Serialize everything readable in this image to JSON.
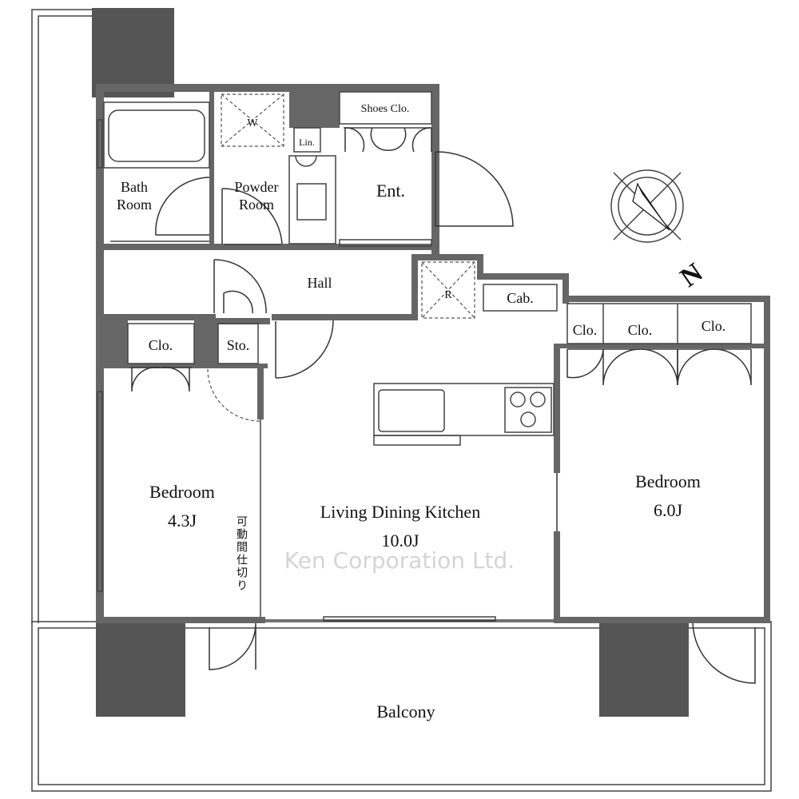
{
  "rooms": {
    "shoes_closet": "Shoes Clo.",
    "linen": "Lin.",
    "washer": "W",
    "bath_room_1": "Bath",
    "bath_room_2": "Room",
    "powder_room_1": "Powder",
    "powder_room_2": "Room",
    "entrance": "Ent.",
    "hall": "Hall",
    "refrigerator": "R",
    "cabinet": "Cab.",
    "closet_left": "Clo.",
    "storage": "Sto.",
    "closet_right_1": "Clo.",
    "closet_right_2": "Clo.",
    "closet_right_3": "Clo.",
    "bedroom_left_name": "Bedroom",
    "bedroom_left_size": "4.3J",
    "ldk_name": "Living Dining Kitchen",
    "ldk_size": "10.0J",
    "bedroom_right_name": "Bedroom",
    "bedroom_right_size": "6.0J",
    "movable_partition": "可動間仕切り",
    "balcony": "Balcony"
  },
  "compass": {
    "label": "N"
  },
  "watermark": "Ken Corporation Ltd."
}
